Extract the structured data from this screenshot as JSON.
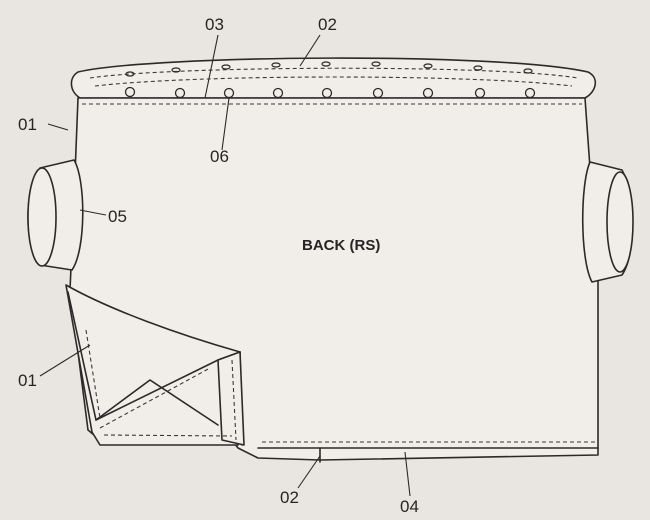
{
  "diagram": {
    "center_label": "BACK (RS)",
    "callouts": {
      "top_left": "01",
      "top_02": "02",
      "top_03": "03",
      "top_06": "06",
      "sleeve_05": "05",
      "flap_01": "01",
      "bottom_02": "02",
      "bottom_04": "04"
    }
  }
}
